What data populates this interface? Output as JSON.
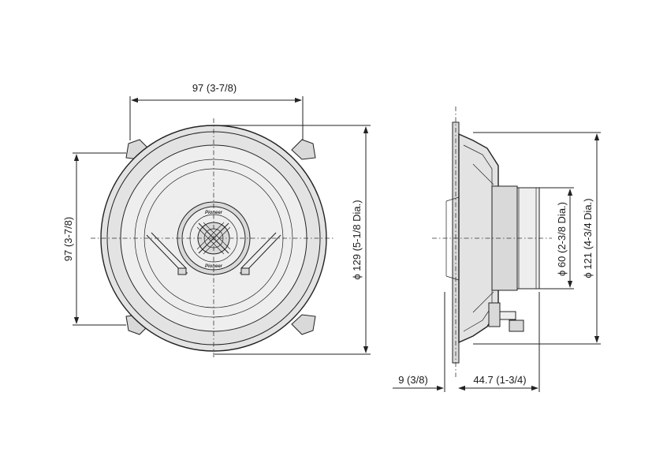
{
  "front_view": {
    "top_width": "97 (3-7/8)",
    "left_height": "97 (3-7/8)",
    "outer_diameter": "ϕ 129 (5-1/8 Dia.)",
    "logo_top": "Pioneer",
    "logo_bottom": "Pioneer"
  },
  "side_view": {
    "magnet_diameter": "ϕ 60 (2-3/8 Dia.)",
    "basket_diameter": "ϕ 121 (4-3/4 Dia.)",
    "flange_depth": "9 (3/8)",
    "mount_depth": "44.7 (1-3/4)"
  }
}
